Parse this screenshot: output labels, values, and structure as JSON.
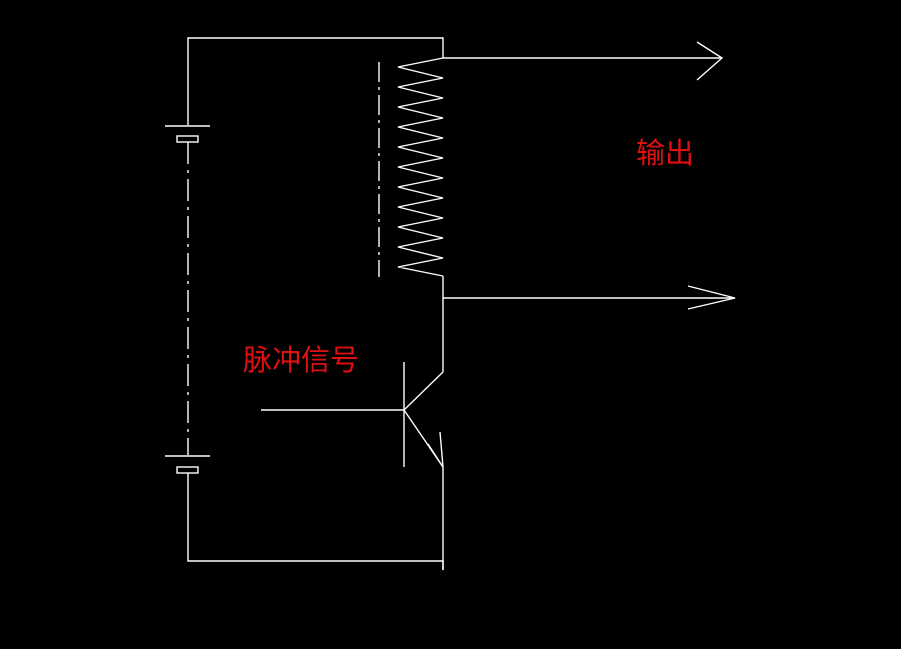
{
  "diagram": {
    "labels": {
      "output": "输出",
      "pulse_signal": "脉冲信号"
    },
    "colors": {
      "background": "#000000",
      "wire": "#ffffff",
      "label": "#e01010"
    },
    "components": [
      "battery",
      "transformer-coil",
      "transistor",
      "output-arrows"
    ]
  }
}
